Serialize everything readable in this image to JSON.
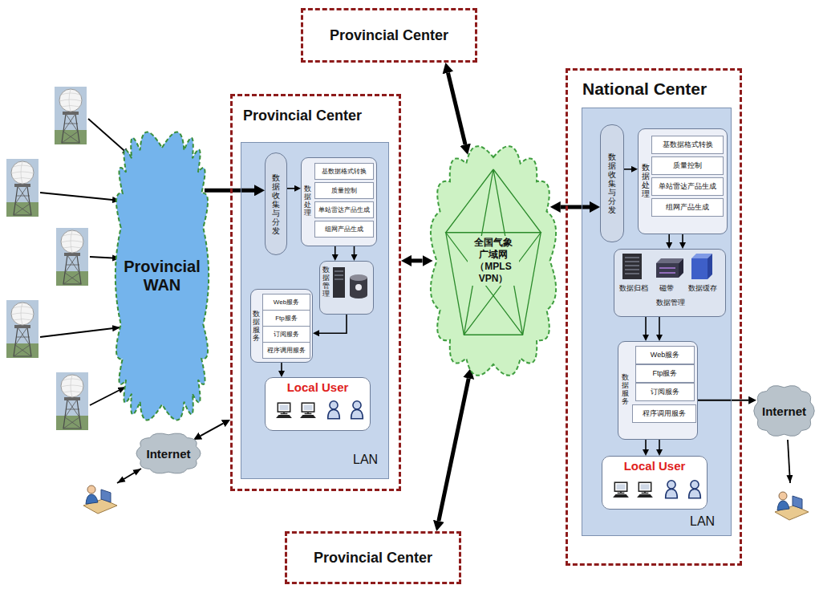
{
  "diagram": {
    "nodes": [
      {
        "text": [
          "Provincial Center"
        ]
      },
      {
        "text": [
          "Provincial WAN"
        ]
      },
      {
        "text": [
          "Provincial Center"
        ]
      },
      {
        "text": [
          "LAN"
        ],
        "in": 2
      },
      {
        "text": [
          "数据收集与分发"
        ],
        "in": 3
      },
      {
        "text": [
          "数据处理"
        ],
        "in": 3
      },
      {
        "text": [
          "基数据格式转换"
        ],
        "in": 5
      },
      {
        "text": [
          "质量控制"
        ],
        "in": 5
      },
      {
        "text": [
          "单站雷达产品生成"
        ],
        "in": 5
      },
      {
        "text": [
          "组网产品生成"
        ],
        "in": 5
      },
      {
        "text": [
          "数据管理"
        ],
        "in": 3
      },
      {
        "text": [
          "数据服务"
        ],
        "in": 3
      },
      {
        "text": [
          "Web服务"
        ],
        "in": 11
      },
      {
        "text": [
          "Ftp服务"
        ],
        "in": 11
      },
      {
        "text": [
          "订阅服务"
        ],
        "in": 11
      },
      {
        "text": [
          "程序调用服务"
        ],
        "in": 11
      },
      {
        "text": [
          "Local User"
        ],
        "in": 3
      },
      {
        "text": [
          "Internet"
        ]
      },
      {
        "text": [
          "全国气象 广域网 （MPLS VPN）"
        ]
      },
      {
        "text": [
          "National Center"
        ]
      },
      {
        "text": [
          "LAN"
        ],
        "in": 19
      },
      {
        "text": [
          "数据收集与分发"
        ],
        "in": 20
      },
      {
        "text": [
          "数据处理"
        ],
        "in": 20
      },
      {
        "text": [
          "基数据格式转换"
        ],
        "in": 22
      },
      {
        "text": [
          "质量控制"
        ],
        "in": 22
      },
      {
        "text": [
          "单站雷达产品生成"
        ],
        "in": 22
      },
      {
        "text": [
          "组网产品生成"
        ],
        "in": 22
      },
      {
        "text": [
          "数据归档",
          "磁带",
          "数据缓存",
          "数据管理"
        ],
        "in": 20
      },
      {
        "text": [
          "数据服务"
        ],
        "in": 20
      },
      {
        "text": [
          "Web服务"
        ],
        "in": 28
      },
      {
        "text": [
          "Ftp服务"
        ],
        "in": 28
      },
      {
        "text": [
          "订阅服务"
        ],
        "in": 28
      },
      {
        "text": [
          "程序调用服务"
        ],
        "in": 28
      },
      {
        "text": [
          "Local User"
        ],
        "in": 20
      },
      {
        "text": [
          "Internet"
        ]
      },
      {
        "text": [
          "Provincial Center"
        ]
      }
    ],
    "edges": [
      {
        "from": 1,
        "to": 4,
        "arrow": "to"
      },
      {
        "from": 2,
        "to": 18,
        "arrow": "both"
      },
      {
        "from": 0,
        "to": 18,
        "arrow": "both"
      },
      {
        "from": 35,
        "to": 18,
        "arrow": "both"
      },
      {
        "from": 18,
        "to": 21,
        "arrow": "both"
      },
      {
        "from": 17,
        "to": 2,
        "arrow": "both"
      },
      {
        "from": 4,
        "to": 5,
        "arrow": "to"
      },
      {
        "from": 5,
        "to": 10,
        "arrow": "to"
      },
      {
        "from": 5,
        "to": 10,
        "arrow": "to"
      },
      {
        "from": 10,
        "to": 11,
        "arrow": "to"
      },
      {
        "from": 11,
        "to": 16,
        "arrow": "to"
      },
      {
        "from": 21,
        "to": 22,
        "arrow": "to"
      },
      {
        "from": 22,
        "to": 27,
        "arrow": "to"
      },
      {
        "from": 22,
        "to": 27,
        "arrow": "to"
      },
      {
        "from": 27,
        "to": 28,
        "arrow": "to"
      },
      {
        "from": 27,
        "to": 28,
        "arrow": "to"
      },
      {
        "from": 28,
        "to": 33,
        "arrow": "to"
      },
      {
        "from": 28,
        "to": 33,
        "arrow": "to"
      },
      {
        "from": 28,
        "to": 34,
        "arrow": "to"
      }
    ]
  }
}
